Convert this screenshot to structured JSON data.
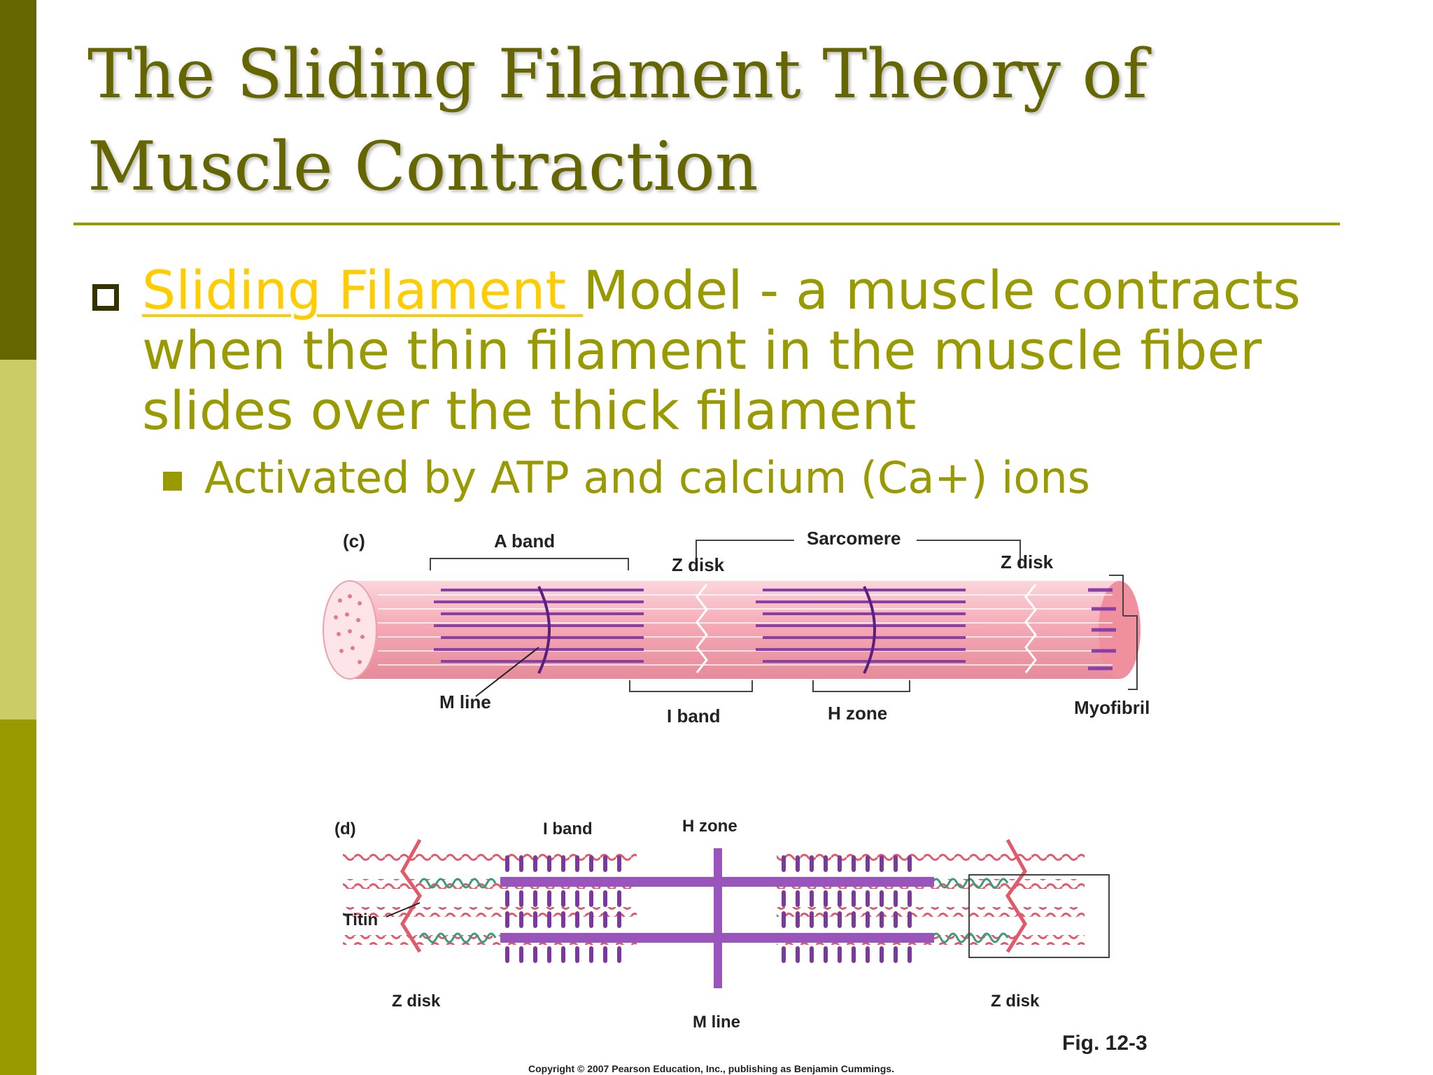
{
  "slide": {
    "title": "The Sliding Filament Theory of Muscle Contraction",
    "bullet": {
      "link_text": "Sliding Filament ",
      "text": "Model -  a muscle contracts when the thin filament in the muscle fiber slides over the thick filament"
    },
    "sub_bullet": "Activated by ATP and calcium (Ca+) ions"
  },
  "figure": {
    "panel_c": {
      "label": "(c)",
      "a_band": "A band",
      "sarcomere": "Sarcomere",
      "z_disk_left": "Z disk",
      "z_disk_right": "Z disk",
      "m_line": "M line",
      "i_band": "I band",
      "h_zone": "H zone",
      "myofibril": "Myofibril"
    },
    "panel_d": {
      "label": "(d)",
      "i_band": "I band",
      "h_zone": "H zone",
      "titin": "Titin",
      "z_disk_left": "Z disk",
      "z_disk_right": "Z disk",
      "m_line": "M line"
    },
    "fig_number": "Fig. 12-3",
    "copyright": "Copyright © 2007 Pearson Education, Inc., publishing as Benjamin Cummings."
  },
  "colors": {
    "sidebar_dark": "#666600",
    "sidebar_light": "#cccc66",
    "sidebar_mid": "#999900",
    "text_olive": "#999900",
    "link_yellow": "#ffcc00",
    "muscle_pink": "#f4a6b2",
    "myosin_purple": "#9955bb"
  }
}
